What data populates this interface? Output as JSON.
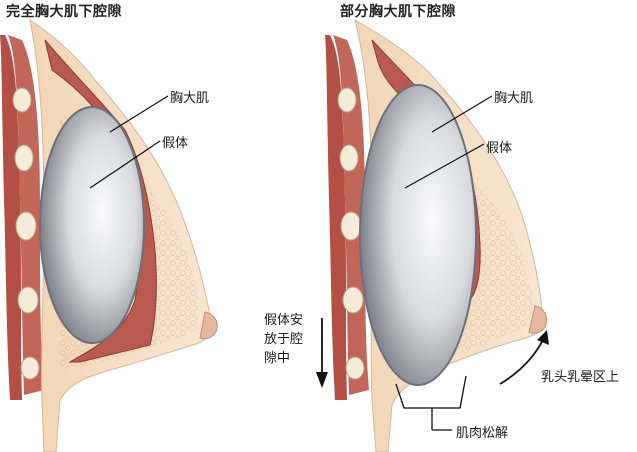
{
  "panels": {
    "left": {
      "title": "完全胸大肌下腔隙",
      "labels": {
        "muscle": "胸大肌",
        "implant": "假体"
      }
    },
    "right": {
      "title": "部分胸大肌下腔隙",
      "labels": {
        "muscle": "胸大肌",
        "implant": "假体",
        "placement_line1": "假体安",
        "placement_line2": "放于腔",
        "placement_line3": "隙中",
        "nipple_up": "乳头乳晕区上",
        "muscle_release": "肌肉松解"
      }
    }
  },
  "colors": {
    "skin": "#f3dcc1",
    "fat": "#ecd0ad",
    "muscle": "#b9564a",
    "muscle_dark": "#8e3a32",
    "rib": "#f4ecd8",
    "implant_light": "#f4f4f6",
    "implant_dark": "#8d8f99"
  }
}
